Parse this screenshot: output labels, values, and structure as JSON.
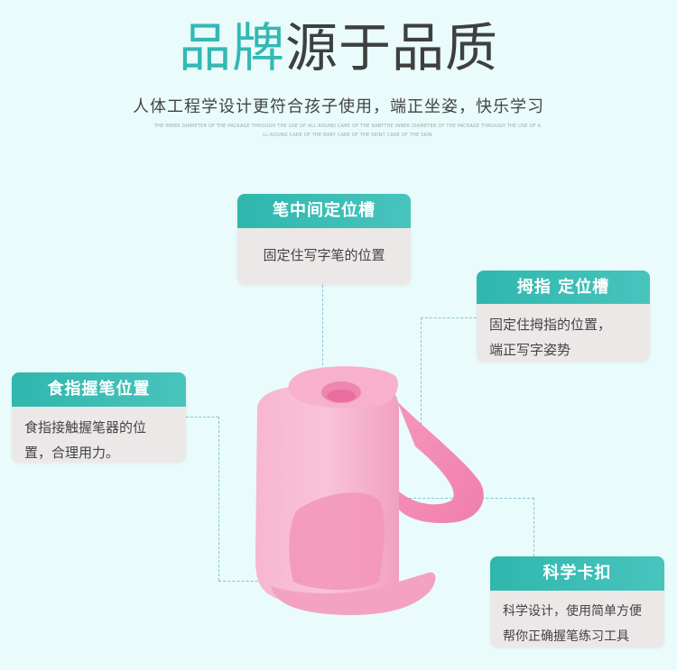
{
  "header": {
    "title_accent": "品牌",
    "title_rest": "源于品质",
    "subtitle": "人体工程学设计更符合孩子使用，端正坐姿，快乐学习",
    "fine_line_1": "THE INNER DIAMETER OF THE PACKAGE THROUGH THE USE OF ALL-ROUND CARE OF THE BABYTHE INNER DIAMETER OF THE PACKAGE THROUGH THE USE OF A",
    "fine_line_2": "LL-ROUND CARE OF THE BABY CARE OF THE SKINY CARE OF THE SKIN"
  },
  "callouts": {
    "pen_groove": {
      "title": "笔中间定位槽",
      "text": "固定住写字笔的位置"
    },
    "thumb_groove": {
      "title": "拇指 定位槽",
      "line1": "固定住拇指的位置，",
      "line2": "端正写字姿势"
    },
    "index_finger": {
      "title": "食指握笔位置",
      "line1": "食指接触握笔器的位",
      "line2": "置，合理用力。"
    },
    "scientific_grip": {
      "title": "科学卡扣",
      "line1": "科学设计，使用简单方便",
      "line2": "帮你正确握笔练习工具"
    }
  },
  "colors": {
    "accent": "#34b8b3",
    "card_bg": "#ece8e8",
    "background": "#e9fbfb",
    "product_pink": "#f6a9c6"
  }
}
